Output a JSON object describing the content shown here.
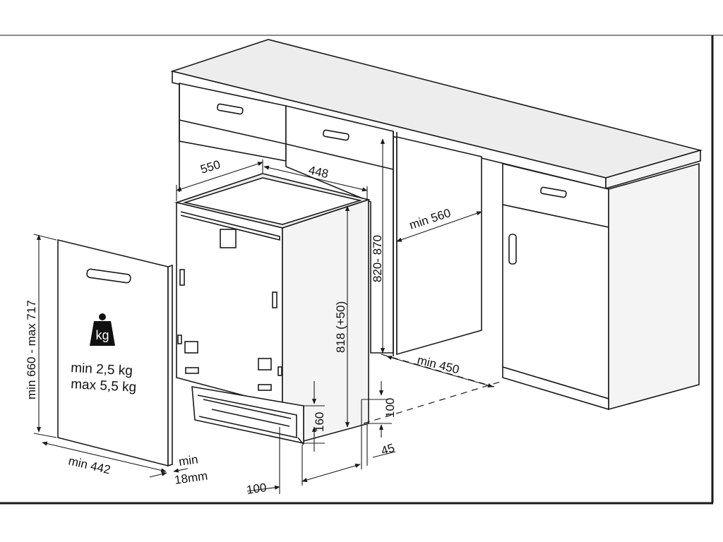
{
  "labels": {
    "depth": "550",
    "width": "448",
    "niche_height": "820- 870",
    "cabinet_min_width": "min 560",
    "appliance_height": "818 (+50)",
    "floor_depth": "min 450",
    "plinth_height": "160",
    "plinth_clearance": "100",
    "plinth_offset": "45",
    "front_offset": "100",
    "panel_height": "min 660 - max 717",
    "panel_width": "min 442",
    "panel_thickness_min": "min",
    "panel_thickness_value": "18mm",
    "weight_unit": "kg",
    "weight_min": "min  2,5 kg",
    "weight_max": "max 5,5 kg"
  },
  "icons": {
    "weight": "weight-kg-icon"
  },
  "colors": {
    "line": "#1a1a1a",
    "background": "#ffffff"
  }
}
